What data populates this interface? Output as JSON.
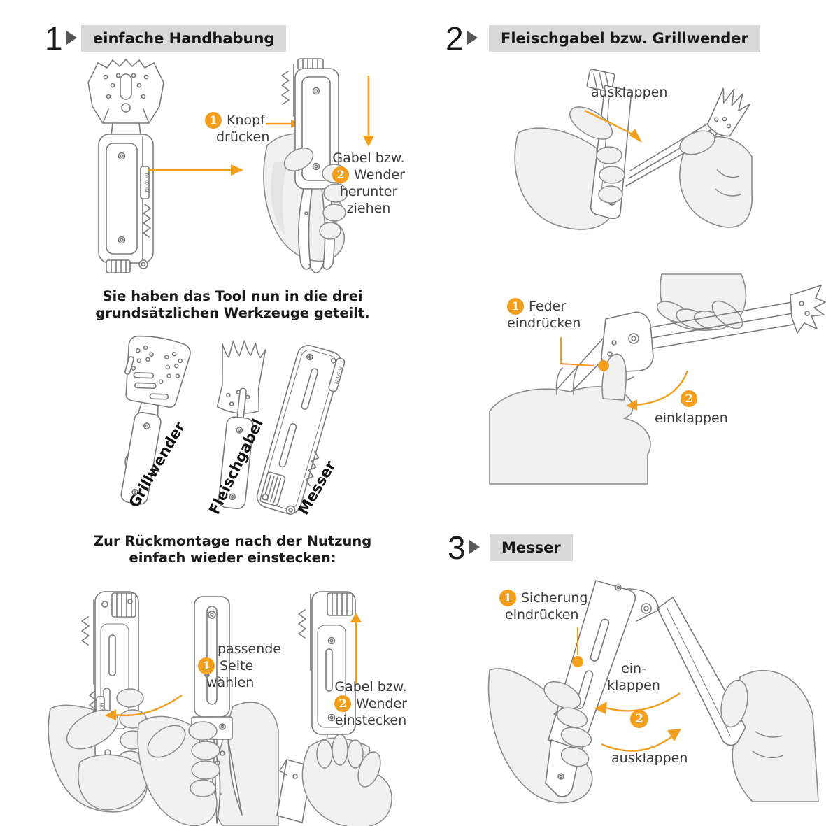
{
  "colors": {
    "accent_orange": "#F39E1C",
    "header_bg": "#d9d9d9",
    "text_dark": "#1b1b1b",
    "step_text": "#3c3c3c",
    "line_gray": "#7a7a7a",
    "hand_fill": "#f1f1f1"
  },
  "brand": "NOXON",
  "header1": {
    "number": "1",
    "title": "einfache Handhabung"
  },
  "header2": {
    "number": "2",
    "title": "Fleischgabel bzw. Grillwender"
  },
  "header3": {
    "number": "3",
    "title": "Messer"
  },
  "sec1": {
    "step_knopf": {
      "num": "1",
      "l1": "Knopf",
      "l2": "drücken"
    },
    "step_gabel": {
      "num": "2",
      "l1": "Gabel bzw.",
      "l2": "Wender",
      "l3": "herunter",
      "l4": "ziehen"
    },
    "mid1": "Sie haben das Tool nun in die drei",
    "mid2": "grundsätzlichen Werkzeuge geteilt.",
    "tool1": "Grillwender",
    "tool2": "Fleischgabel",
    "tool3": "Messer",
    "re1": "Zur Rückmontage nach der Nutzung",
    "re2": "einfach wieder einstecken:",
    "step_seite": {
      "num": "1",
      "l1": "passende",
      "l2": "Seite",
      "l3": "wählen"
    },
    "step_einstecken": {
      "num": "2",
      "l1": "Gabel bzw.",
      "l2": "Wender",
      "l3": "einstecken"
    }
  },
  "sec2": {
    "ausklappen": "ausklappen",
    "step_feder": {
      "num": "1",
      "l1": "Feder",
      "l2": "eindrücken"
    },
    "step_einklappen": {
      "num": "2",
      "label": "einklappen"
    }
  },
  "sec3": {
    "step_sicherung": {
      "num": "1",
      "l1": "Sicherung",
      "l2": "eindrücken"
    },
    "einklappen_l1": "ein-",
    "einklappen_l2": "klappen",
    "num2": "2",
    "ausklappen": "ausklappen"
  }
}
